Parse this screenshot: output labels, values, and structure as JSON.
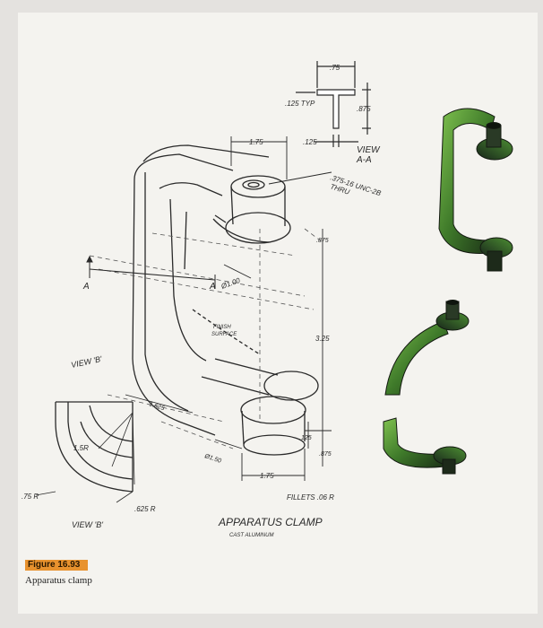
{
  "drawing": {
    "title": "APPARATUS CLAMP",
    "subtitle": "CAST ALUMINUM",
    "view_aa": {
      "title_line1": "VIEW",
      "title_line2": "A-A"
    },
    "view_b_label": "VIEW 'B'",
    "view_b_pointer": "VIEW 'B'",
    "section_mark_left": "A",
    "section_mark_right": "A",
    "finish_surface_line1": "FINISH",
    "finish_surface_line2": "SURFACE",
    "fillets_note": "FILLETS .06 R",
    "thread_note_line1": ".375-16 UNC-2B",
    "thread_note_line2": "THRU",
    "dims": {
      "top_width": ".75",
      "typ_thickness": ".125 TYP",
      "section_height": ".875",
      "web": ".125",
      "top_arm": "1.75",
      "boss_height": ".875",
      "total_height": "3.25",
      "hole_dia": "Ø1.00",
      "base_len": "1.625",
      "boss_dia": "Ø1.50",
      "bottom_arm": "1.75",
      "bot_small": ".125",
      "bot_boss": ".875",
      "inner_r": "1.5R",
      "outer_r": ".75 R",
      "small_r": ".625 R"
    }
  },
  "figure": {
    "number": "Figure 16.93",
    "caption": "Apparatus clamp"
  },
  "colors": {
    "paper": "#f4f3ef",
    "ink": "#2a2a2a",
    "model_green": "#5a9a3a",
    "model_dark": "#1e2a1a",
    "figure_tag": "#e8922e"
  }
}
